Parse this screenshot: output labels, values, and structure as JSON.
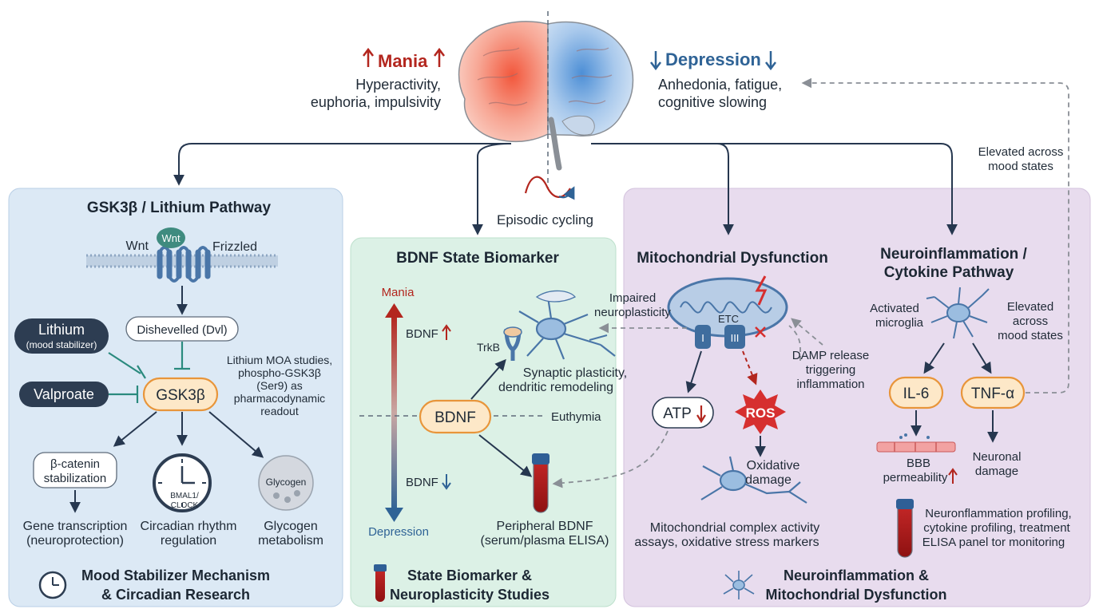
{
  "header": {
    "mania_title": "Mania",
    "mania_line1": "Hyperactivity,",
    "mania_line2": "euphoria, impulsivity",
    "depression_title": "Depression",
    "depression_line1": "Anhedonia, fatigue,",
    "depression_line2": "cognitive slowing",
    "episodic_cycling": "Episodic cycling",
    "elevated_line1": "Elevated across",
    "elevated_line2": "mood states"
  },
  "gsk_panel": {
    "title": "GSK3β / Lithium Pathway",
    "wnt_label": "Wnt",
    "wnt_ligand": "Wnt",
    "frizzled": "Frizzled",
    "dvl": "Dishevelled (Dvl)",
    "lithium": "Lithium",
    "lithium_sub": "(mood stabilizer)",
    "valproate": "Valproate",
    "gsk3b": "GSK3β",
    "moa_line1": "Lithium MOA studies,",
    "moa_line2": "phospho-GSK3β",
    "moa_line3": "(Ser9) as",
    "moa_line4": "pharmacodynamic",
    "moa_line5": "readout",
    "catenin_line1": "β-catenin",
    "catenin_line2": "stabilization",
    "clock_line1": "BMAL1/",
    "clock_line2": "CLOCK",
    "glycogen": "Glycogen",
    "gene_line1": "Gene transcription",
    "gene_line2": "(neuroprotection)",
    "circadian_line1": "Circadian rhythm",
    "circadian_line2": "regulation",
    "glymet_line1": "Glycogen",
    "glymet_line2": "metabolism",
    "footer_line1": "Mood Stabilizer Mechanism",
    "footer_line2": "& Circadian Research"
  },
  "bdnf_panel": {
    "title": "BDNF State Biomarker",
    "mania": "Mania",
    "depression": "Depression",
    "bdnf_up": "BDNF",
    "bdnf_down": "BDNF",
    "bdnf": "BDNF",
    "euthymia": "Euthymia",
    "trkb": "TrkB",
    "synaptic_line1": "Synaptic plasticity,",
    "synaptic_line2": "dendritic remodeling",
    "impaired_line1": "Impaired",
    "impaired_line2": "neuroplasticity",
    "peripheral_line1": "Peripheral BDNF",
    "peripheral_line2": "(serum/plasma ELISA)",
    "footer_line1": "State Biomarker &",
    "footer_line2": "Neuroplasticity Studies"
  },
  "mito_panel": {
    "title": "Mitochondrial Dysfunction",
    "etc": "ETC",
    "complex_1": "I",
    "complex_3": "III",
    "atp": "ATP",
    "ros": "ROS",
    "damp_line1": "DAMP release",
    "damp_line2": "triggering",
    "damp_line3": "inflammation",
    "oxidative_line1": "Oxidative",
    "oxidative_line2": "damage",
    "assay_line1": "Mitochondrial complex activity",
    "assay_line2": "assays, oxidative stress markers"
  },
  "neuro_panel": {
    "title_line1": "Neuroinflammation /",
    "title_line2": "Cytokine Pathway",
    "microglia_line1": "Activated",
    "microglia_line2": "microglia",
    "elevated_line1": "Elevated",
    "elevated_line2": "across",
    "elevated_line3": "mood states",
    "il6": "IL-6",
    "tnf": "TNF-α",
    "bbb_line1": "BBB",
    "bbb_line2": "permeability",
    "neuronal_line1": "Neuronal",
    "neuronal_line2": "damage",
    "profiling_line1": "Neuronflammation profiling,",
    "profiling_line2": "cytokine profiling, treatment",
    "profiling_line3": "ELISA panel tor monitoring",
    "footer_line1": "Neuroinflammation &",
    "footer_line2": "Mitochondrial Dysfunction"
  },
  "colors": {
    "mania_red": "#b3261e",
    "depression_blue": "#2f6396",
    "gsk_panel_bg": "#dce9f5",
    "bdnf_panel_bg": "#dcf1e6",
    "neuro_panel_bg": "#e8dcee",
    "node_orange": "#e8953a",
    "navy_arrow": "#26374f",
    "ros_red": "#d62f2f"
  },
  "icons": [
    "brain-icon",
    "clock-icon",
    "blood-tube-icon",
    "mitochondrion-icon",
    "microglia-icon",
    "neuron-icon",
    "receptor-icon",
    "cycle-wave-icon",
    "bbb-vessel-icon"
  ]
}
